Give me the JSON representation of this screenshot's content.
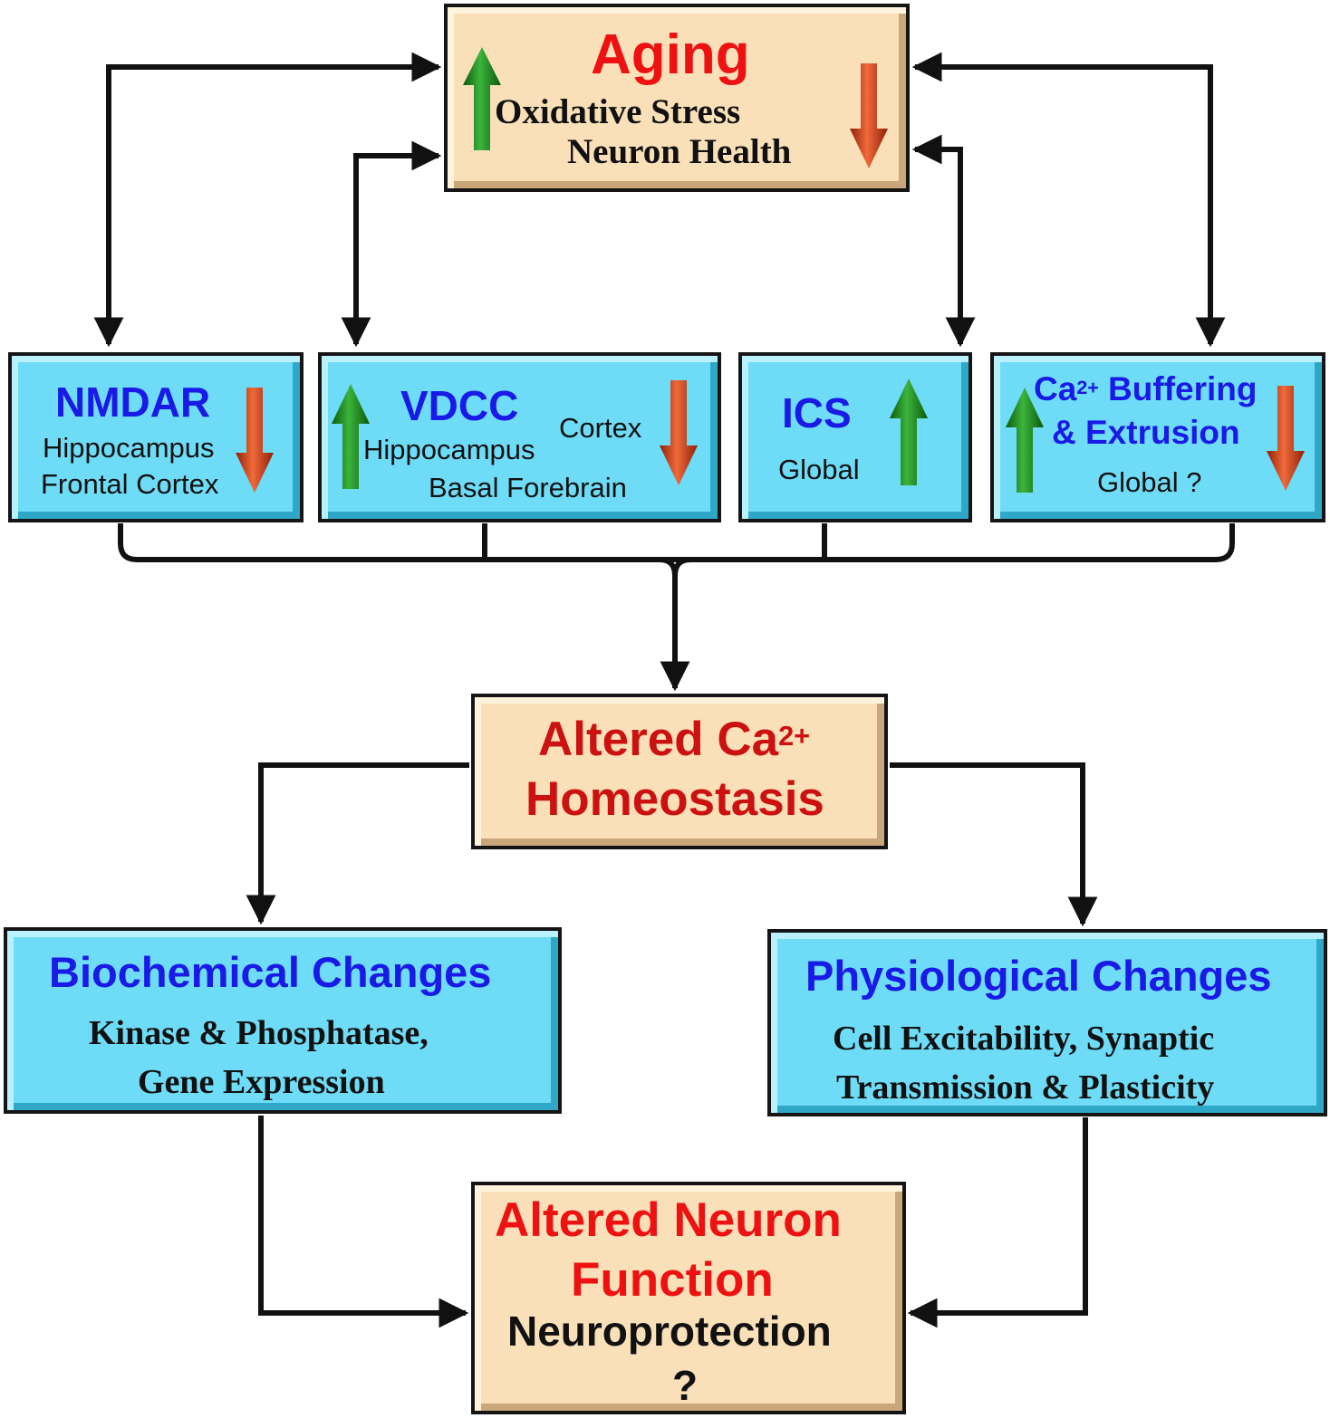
{
  "aging": {
    "title": "Aging",
    "line1": "Oxidative  Stress",
    "line2": "Neuron Health"
  },
  "nmdar": {
    "title": "NMDAR",
    "line1": "Hippocampus",
    "line2": "Frontal Cortex"
  },
  "vdcc": {
    "title": "VDCC",
    "region1": "Cortex",
    "region2": "Hippocampus",
    "region3": "Basal Forebrain"
  },
  "ics": {
    "title": "ICS",
    "line1": "Global"
  },
  "buffering": {
    "title_prefix": "Ca",
    "title_sup": "2+",
    "title_rest": " Buffering",
    "line2": "& Extrusion",
    "line3": "Global ?"
  },
  "homeostasis": {
    "line1_prefix": "Altered Ca",
    "line1_sup": "2+",
    "line2": "Homeostasis"
  },
  "biochemical": {
    "title": "Biochemical Changes",
    "line1": "Kinase & Phosphatase,",
    "line2": "Gene Expression"
  },
  "physiological": {
    "title": "Physiological Changes",
    "line1": "Cell Excitability, Synaptic",
    "line2": "Transmission & Plasticity"
  },
  "neuron_function": {
    "line1": "Altered Neuron",
    "line2": "Function",
    "line3": "Neuroprotection",
    "line4": "?"
  },
  "colors": {
    "tan_box": "#fae0b8",
    "blue_box": "#6edcf7",
    "title_red": "#ee1111",
    "title_blue": "#1a1ae6",
    "up_arrow": "#1e8a1e",
    "down_arrow": "#d33a14"
  }
}
